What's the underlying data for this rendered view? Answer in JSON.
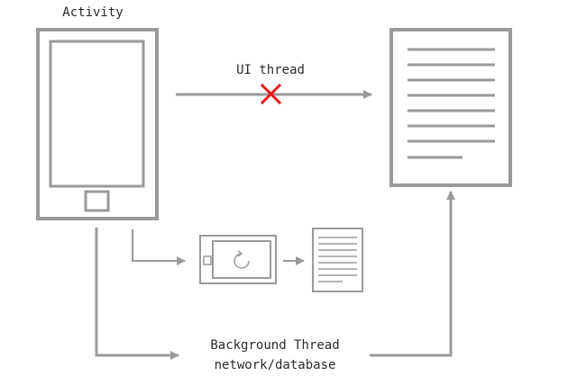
{
  "labels": {
    "activity": "Activity",
    "ui_thread": "UI thread",
    "background_line1": "Background Thread",
    "background_line2": "network/database"
  },
  "colors": {
    "stroke": "#9a9a9a",
    "blocked_mark": "#e8191c",
    "text": "#2b2b2b",
    "background": "#ffffff"
  },
  "icons": [
    "phone-icon",
    "document-icon",
    "tablet-loading-icon",
    "small-document-icon",
    "cross-icon"
  ]
}
